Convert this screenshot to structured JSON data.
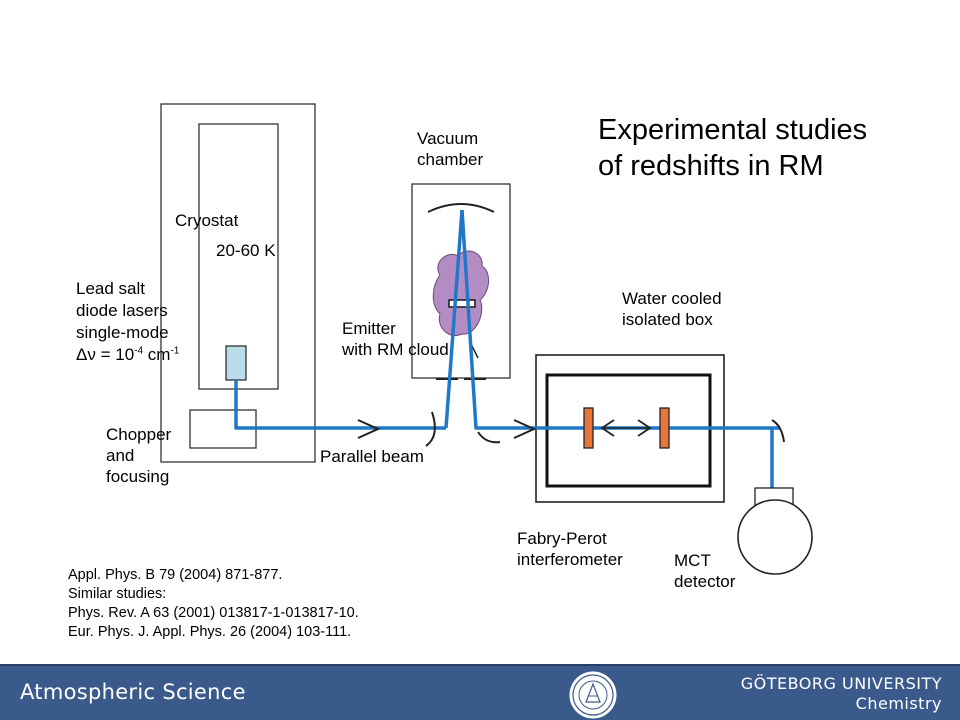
{
  "title": {
    "line1": "Experimental studies",
    "line2": "of redshifts in RM"
  },
  "labels": {
    "vacuum_line1": "Vacuum",
    "vacuum_line2": "chamber",
    "cryostat": "Cryostat",
    "temperature": "20-60 K",
    "lead_line1": "Lead salt",
    "lead_line2": "diode lasers",
    "lead_line3": "single-mode",
    "linewidth_symbol": "Δν",
    "linewidth_prefix": " = 10",
    "linewidth_exp1": "-4",
    "linewidth_unit": " cm",
    "linewidth_exp2": "-1",
    "emitter_line1": "Emitter",
    "emitter_line2": "with RM cloud",
    "water_line1": "Water cooled",
    "water_line2": "isolated box",
    "chopper_line1": "Chopper",
    "chopper_line2": "and",
    "chopper_line3": "focusing",
    "parallel_beam": "Parallel beam",
    "fp_line1": "Fabry-Perot",
    "fp_line2": "interferometer",
    "mct_line1": "MCT",
    "mct_line2": "detector"
  },
  "references": [
    "Appl. Phys. B 79 (2004) 871-877.",
    "Similar studies:",
    "Phys. Rev. A 63 (2001) 013817-1-013817-10.",
    "Eur. Phys. J. Appl. Phys. 26 (2004) 103-111."
  ],
  "footer": {
    "left": "Atmospheric Science",
    "right_line1": "GÖTEBORG UNIVERSITY",
    "right_line2": "Chemistry"
  },
  "colors": {
    "beam": "#1f78c8",
    "mirror": "#e8763a",
    "cloud": "#b48cc4",
    "laser": "#b8dde8",
    "footer": "#3b5a8c"
  }
}
